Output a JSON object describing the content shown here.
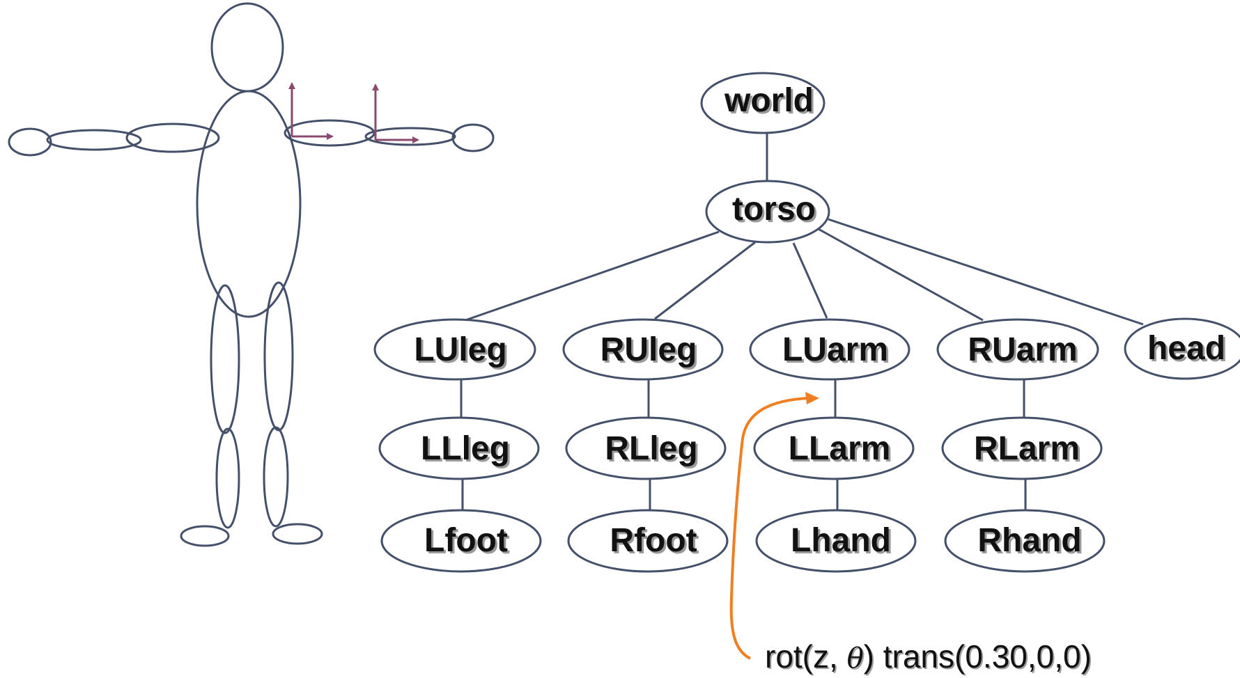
{
  "colors": {
    "outline": "#44506a",
    "axis": "#8a4a6e",
    "arrow": "#ef7f22",
    "text": "#111111"
  },
  "figure": {
    "name": "stick-figure",
    "icons": [
      "axis-frame-icon",
      "axis-frame-icon"
    ]
  },
  "tree": {
    "nodes": {
      "world": "world",
      "torso": "torso",
      "luleg": "LUleg",
      "ruleg": "RUleg",
      "luarm": "LUarm",
      "ruarm": "RUarm",
      "head": "head",
      "llleg": "LLleg",
      "rlleg": "RLleg",
      "llarm": "LLarm",
      "rlarm": "RLarm",
      "lfoot": "Lfoot",
      "rfoot": "Rfoot",
      "lhand": "Lhand",
      "rhand": "Rhand"
    }
  },
  "annotation": {
    "prefix": "rot(z, ",
    "theta": "θ",
    "suffix": ") trans(0.30,0,0)"
  }
}
